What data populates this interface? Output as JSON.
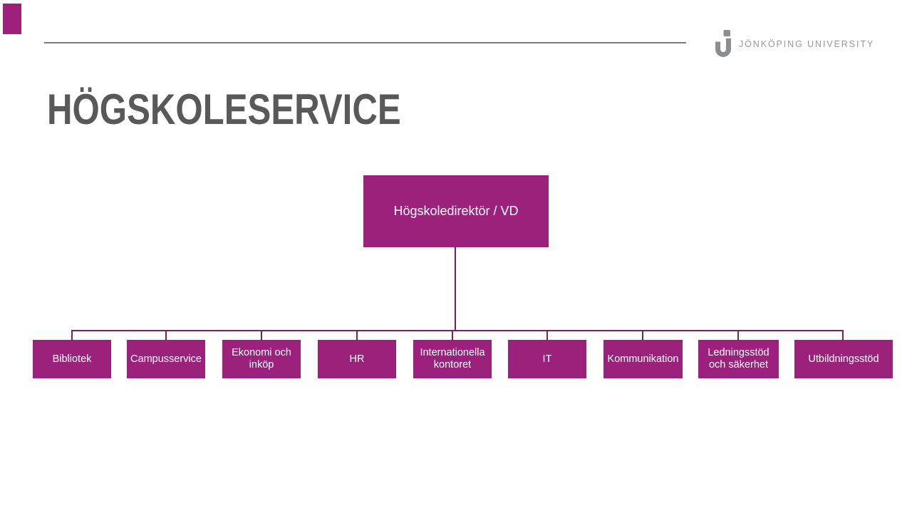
{
  "colors": {
    "accent_magenta": "#9C217C",
    "connector_line": "#7E1C66",
    "title_gray": "#595959",
    "logo_gray": "#96989B",
    "divider_gray": "#7C7C7C"
  },
  "header": {
    "logo": {
      "mark_icon": "ju-j-logomark",
      "text": "JÖNKÖPING UNIVERSITY"
    }
  },
  "title": "HÖGSKOLESERVICE",
  "org_chart": {
    "type": "org-tree",
    "root": "Högskoledirektör / VD",
    "departments": [
      "Bibliotek",
      "Campusservice",
      "Ekonomi och inköp",
      "HR",
      "Internationella kontoret",
      "IT",
      "Kommunikation",
      "Ledningsstöd och säkerhet",
      "Utbildningsstöd"
    ]
  }
}
